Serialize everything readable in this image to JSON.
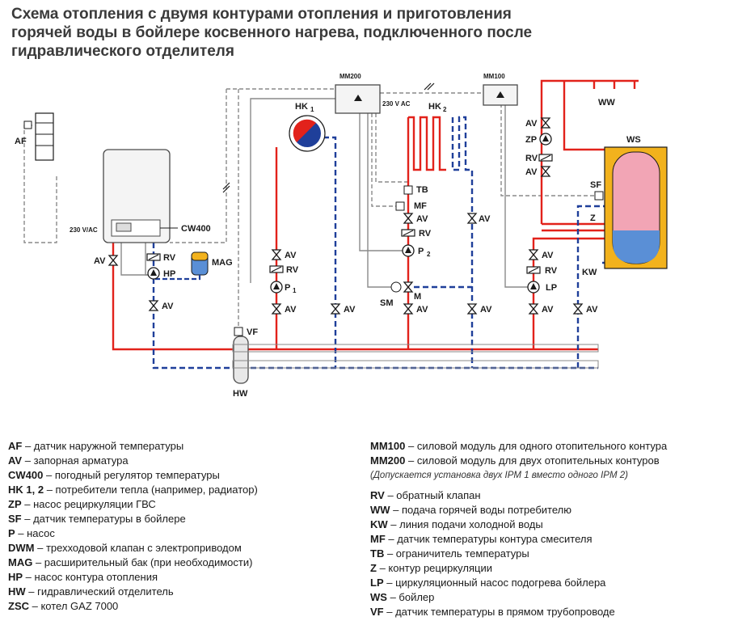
{
  "title": {
    "line1": "Схема отопления с двумя контурами отопления и приготовления",
    "line2": "горячей воды в бойлере косвенного нагрева, подключенного после",
    "line3": "гидравлического отделителя"
  },
  "diagram": {
    "components": {
      "af": "AF",
      "cw400": "CW400",
      "boiler_voltage": "230 V/AC",
      "mm200": "MM200",
      "mm200_voltage": "230 V AC",
      "mm100": "MM100",
      "hk1": "HK",
      "hk1_sub": "1",
      "hk2": "HK",
      "hk2_sub": "2",
      "mag": "MAG",
      "hp": "HP",
      "hw": "HW",
      "vf": "VF",
      "ws_tank": "WS",
      "ww": "WW",
      "kw": "KW",
      "sf": "SF",
      "z": "Z",
      "zp": "ZP",
      "tb": "TB",
      "mf": "MF",
      "sm": "SM",
      "m": "M",
      "p": "P",
      "p1_sub": "1",
      "p2_sub": "2",
      "lp": "LP",
      "rv": "RV",
      "av": "AV"
    },
    "colors": {
      "supply": "#e2221b",
      "return": "#1f3f9a",
      "control": "#8a8a8a",
      "tank_jacket": "#f2b21d",
      "tank_hot": "#f2a5b5",
      "tank_cold": "#5a8fd6"
    }
  },
  "legend": {
    "left": [
      {
        "code": "AF",
        "text": " – датчик наружной температуры"
      },
      {
        "code": "AV",
        "text": " – запорная арматура"
      },
      {
        "code": "CW400",
        "text": " – погодный регулятор температуры"
      },
      {
        "code": "HK 1, 2",
        "text": " – потребители тепла (например, радиатор)"
      },
      {
        "code": "ZP",
        "text": " – насос рециркуляции ГВС"
      },
      {
        "code": "SF",
        "text": " – датчик температуры в бойлере"
      },
      {
        "code": "P",
        "text": " – насос"
      },
      {
        "code": "DWM",
        "text": " – трехходовой клапан с электроприводом"
      },
      {
        "code": "MAG",
        "text": " – расширительный бак (при необходимости)"
      },
      {
        "code": "HP",
        "text": " – насос контура отопления"
      },
      {
        "code": "HW",
        "text": " – гидравлический отделитель"
      },
      {
        "code": "ZSC",
        "text": " – котел GAZ 7000"
      }
    ],
    "right_top": [
      {
        "code": "MM100",
        "text": " – силовой модуль для одного отопительного контура"
      },
      {
        "code": "MM200",
        "text": " – силовой модуль для двух отопительных контуров"
      }
    ],
    "right_note": "(Допускается установка двух IPM 1 вместо одного IPM 2)",
    "right_bottom": [
      {
        "code": "RV",
        "text": " – обратный клапан"
      },
      {
        "code": "WW",
        "text": " – подача горячей воды потребителю"
      },
      {
        "code": "KW",
        "text": " – линия подачи холодной воды"
      },
      {
        "code": "MF",
        "text": " – датчик температуры контура смесителя"
      },
      {
        "code": "TB",
        "text": " – ограничитель температуры"
      },
      {
        "code": "Z",
        "text": " – контур рециркуляции"
      },
      {
        "code": "LP",
        "text": " – циркуляционный насос подогрева бойлера"
      },
      {
        "code": "WS",
        "text": " – бойлер"
      },
      {
        "code": "VF",
        "text": " – датчик температуры в прямом трубопроводе"
      }
    ]
  }
}
